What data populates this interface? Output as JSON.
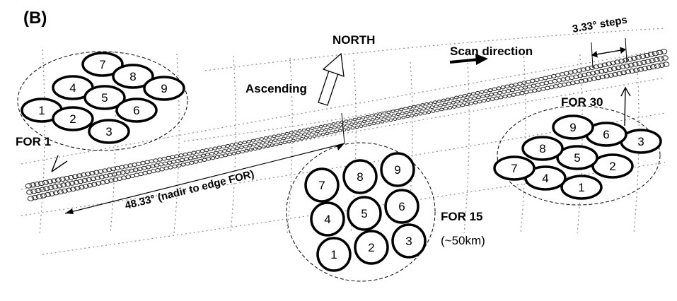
{
  "panel_label": "(B)",
  "labels": {
    "north": "NORTH",
    "ascending": "Ascending",
    "scan_direction": "Scan direction",
    "steps": "3.33° steps",
    "nadir_to_edge": "48.33° (nadir to edge FOR)",
    "for1": "FOR 1",
    "for15": "FOR 15",
    "for15_size": "(~50km)",
    "for30": "FOR 30"
  },
  "for1_fovs": [
    "1",
    "2",
    "3",
    "4",
    "5",
    "6",
    "7",
    "8",
    "9"
  ],
  "for15_fovs": [
    "1",
    "2",
    "3",
    "4",
    "5",
    "6",
    "7",
    "8",
    "9"
  ],
  "for30_fovs": [
    "1",
    "2",
    "3",
    "4",
    "5",
    "6",
    "7",
    "8",
    "9"
  ]
}
